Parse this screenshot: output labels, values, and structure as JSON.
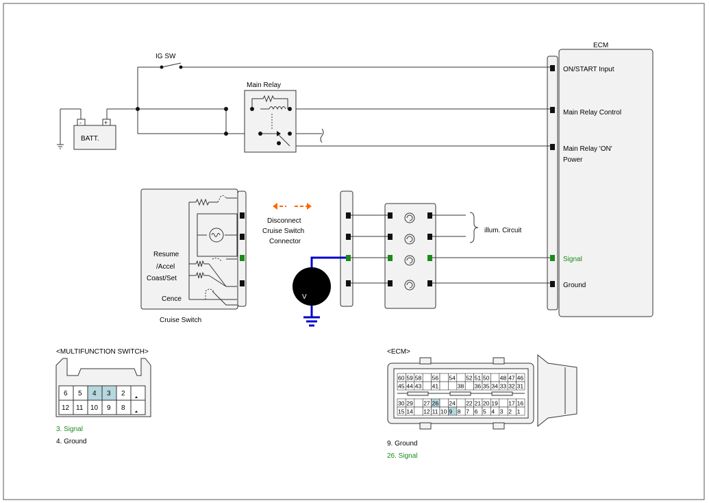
{
  "colors": {
    "signal_green": "#1a8a1a",
    "probe_blue": "#0000cc",
    "arrow_orange": "#ff6600",
    "pin_highlight": "#b7d7df",
    "box_fill": "#f2f2f2"
  },
  "ecm": {
    "title": "ECM",
    "pins": [
      "ON/START Input",
      "Main Relay Control",
      "Main Relay 'ON'",
      "Power",
      "Signal",
      "Ground"
    ]
  },
  "power": {
    "ig_sw": "IG SW",
    "main_relay": "Main Relay",
    "battery": "BATT.",
    "minus": "-",
    "plus": "+"
  },
  "cruise_switch": {
    "title": "Cruise Switch",
    "labels": [
      "Resume",
      "/Accel",
      "Coast/Set",
      "Cence"
    ]
  },
  "disconnect": {
    "lines": [
      "Disconnect",
      "Cruise Switch",
      "Connector"
    ]
  },
  "illum": "illum. Circuit",
  "meter": "V",
  "multifunction": {
    "title": "<MULTIFUNCTION SWITCH>",
    "top_row": [
      "6",
      "5",
      "4",
      "3",
      "2",
      ""
    ],
    "bottom_row": [
      "12",
      "11",
      "10",
      "9",
      "8",
      ""
    ],
    "highlighted": [
      "4",
      "3"
    ],
    "legend": [
      {
        "text": "3.   Signal",
        "color": "green"
      },
      {
        "text": "4.   Ground",
        "color": "black"
      }
    ]
  },
  "ecm_connector": {
    "title": "<ECM>",
    "row1": [
      "60",
      "59",
      "58",
      "",
      "56",
      "",
      "54",
      "",
      "52",
      "51",
      "50",
      "",
      "48",
      "47",
      "46"
    ],
    "row2": [
      "45",
      "44",
      "43",
      "",
      "41",
      "",
      "",
      "38",
      "",
      "36",
      "35",
      "34",
      "33",
      "32",
      "31"
    ],
    "row3": [
      "30",
      "29",
      "",
      "27",
      "26",
      "",
      "24",
      "",
      "22",
      "21",
      "20",
      "19",
      "",
      "17",
      "16"
    ],
    "row4": [
      "15",
      "14",
      "",
      "12",
      "11",
      "10",
      "9",
      "8",
      "7",
      "6",
      "5",
      "4",
      "3",
      "2",
      "1"
    ],
    "highlighted": [
      "26",
      "9"
    ],
    "legend": [
      {
        "text": "9. Ground",
        "color": "black"
      },
      {
        "text": "26. Signal",
        "color": "green"
      }
    ]
  }
}
